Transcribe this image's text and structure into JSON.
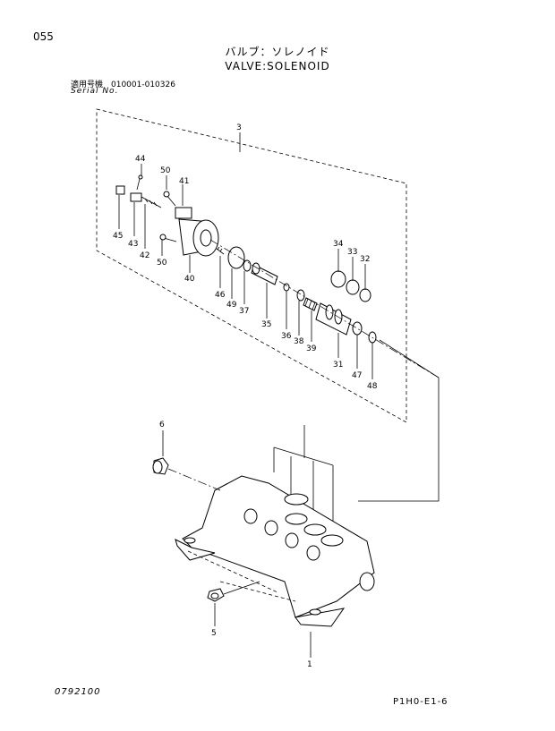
{
  "header": {
    "page_no": "055",
    "title_jp": "バルブ：ソレノイド",
    "title_en": "VALVE:SOLENOID",
    "serial_label_jp": "適用号機　010001-010326",
    "serial_label_en": "Serial No."
  },
  "footer": {
    "doc_code": "0792100",
    "fig_code": "P1H0-E1-6"
  },
  "callouts": {
    "c1": "1",
    "c3": "3",
    "c5": "5",
    "c6": "6",
    "c31": "31",
    "c32": "32",
    "c33": "33",
    "c34": "34",
    "c35": "35",
    "c36": "36",
    "c37": "37",
    "c38": "38",
    "c39": "39",
    "c40": "40",
    "c41": "41",
    "c42": "42",
    "c43": "43",
    "c44": "44",
    "c45": "45",
    "c46": "46",
    "c47": "47",
    "c48": "48",
    "c49": "49",
    "c50a": "50",
    "c50b": "50"
  }
}
